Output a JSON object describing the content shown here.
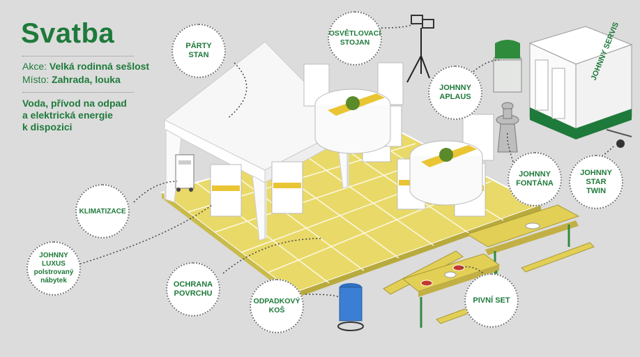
{
  "title": "Svatba",
  "info": {
    "event_label": "Akce:",
    "event_value": "Velká rodinná sešlost",
    "place_label": "Místo:",
    "place_value": "Zahrada, louka"
  },
  "note_lines": [
    "Voda, přívod na odpad",
    "a elektrická energie",
    "k dispozici"
  ],
  "labels": {
    "party_tent": "PÁRTY\nSTAN",
    "light_stand": "OSVĚTLOVACÍ\nSTOJAN",
    "johnny_aplaus": "JOHNNY\nAPLAUS",
    "johnny_fontana": "JOHNNY\nFONTÁNA",
    "johnny_star_twin": "JOHNNY\nSTAR\nTWIN",
    "air_conditioning": "KLIMATIZACE",
    "johnny_luxus": "JOHNNY\nLUXUS\npolstrovaný\nnábytek",
    "surface_protection": "OCHRANA\nPOVRCHU",
    "waste_bin": "ODPADKOVÝ\nKOŠ",
    "beer_set": "PIVNÍ SET"
  },
  "brand_text": "JOHNNY SERVIS",
  "colors": {
    "green": "#1e7a3a",
    "floor_yellow": "#e9d968",
    "background": "#dcdcdc",
    "bin_blue": "#3b7fd4"
  }
}
